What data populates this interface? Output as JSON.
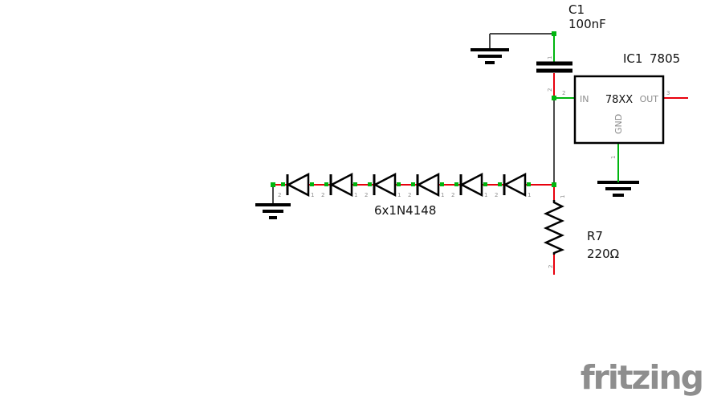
{
  "colors": {
    "wire-red": "#e8000d",
    "wire-green": "#00b50f",
    "wire-dark": "#4a4a4a",
    "pin-text": "#8c8c8c",
    "label-text": "#111111",
    "logo": "#8e8e8e"
  },
  "components": {
    "capacitor": {
      "designator": "C1",
      "value": "100nF",
      "pin_top_num": "1",
      "pin_bottom_num": "2"
    },
    "voltage_regulator": {
      "designator": "IC1",
      "part_number": "7805",
      "body_label": "78XX",
      "pin_in": {
        "num": "2",
        "label": "IN"
      },
      "pin_out": {
        "num": "3",
        "label": "OUT"
      },
      "pin_gnd": {
        "num": "1",
        "label": "GND"
      }
    },
    "diode_chain": {
      "label": "6x1N4148",
      "diode_count": 6,
      "pin_left_num": "2",
      "pin_right_num": "1"
    },
    "resistor": {
      "designator": "R7",
      "value": "220Ω",
      "pin_top_num": "1",
      "pin_bottom_num": "2"
    }
  },
  "watermark": {
    "text": "fritzing"
  }
}
